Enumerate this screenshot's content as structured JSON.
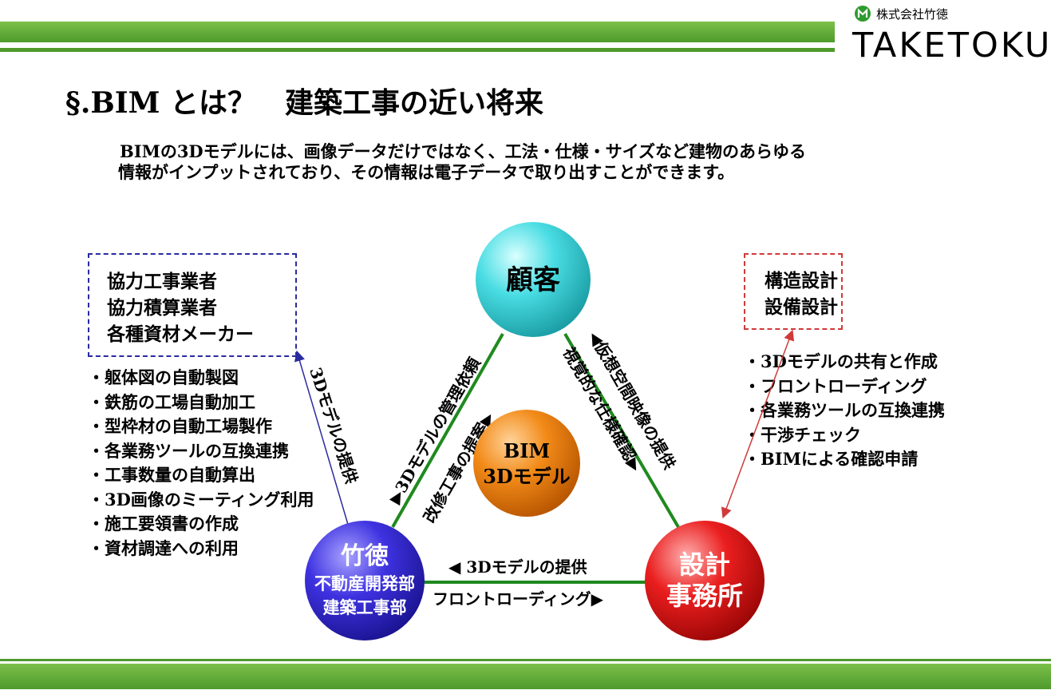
{
  "header": {
    "company_jp": "株式会社竹徳",
    "company_en": "TAKETOKU",
    "title": "§.BIM とは？　建築工事の近い将来",
    "intro_line1": "BIMの3Dモデルには、画像データだけではなく、工法・仕様・サイズなど建物のあらゆる",
    "intro_line2": "情報がインプットされており、その情報は電子データで取り出すことができます。"
  },
  "colors": {
    "band": "#5aa732",
    "customer": "#3fd6dc",
    "bim": "#f08010",
    "taketoku": "#3a2fd8",
    "design": "#e51a1a",
    "green_line": "#1f8a1f",
    "blue_line": "#2a2aa0",
    "red_line": "#d03a3a"
  },
  "nodes": {
    "customer": "顧客",
    "bim_line1": "BIM",
    "bim_line2": "3Dモデル",
    "taketoku_title": "竹徳",
    "taketoku_line1": "不動産開発部",
    "taketoku_line2": "建築工事部",
    "design_line1": "設計",
    "design_line2": "事務所"
  },
  "left_box": [
    "協力工事業者",
    "協力積算業者",
    "各種資材メーカー"
  ],
  "right_box": [
    "構造設計",
    "設備設計"
  ],
  "left_list": [
    "・躯体図の自動製図",
    "・鉄筋の工場自動加工",
    "・型枠材の自動工場製作",
    "・各業務ツールの互換連携",
    "・工事数量の自動算出",
    "・3D画像のミーティング利用",
    "・施工要領書の作成",
    "・資材調達への利用"
  ],
  "right_list": [
    "・3Dモデルの共有と作成",
    "・フロントローディング",
    "・各業務ツールの互換連携",
    "・干渉チェック",
    "・BIMによる確認申請"
  ],
  "edges": {
    "left_outer": "▶3Dモデルの管理依頼",
    "left_inner": "改修工事の提案▶",
    "right_outer": "◀仮想空間映像の提供",
    "right_inner": "視覚的な仕様確認▶",
    "bottom_top": "◀ 3Dモデルの提供",
    "bottom_bottom": "フロントローディング▶",
    "blue_link": "3Dモデルの提供"
  }
}
